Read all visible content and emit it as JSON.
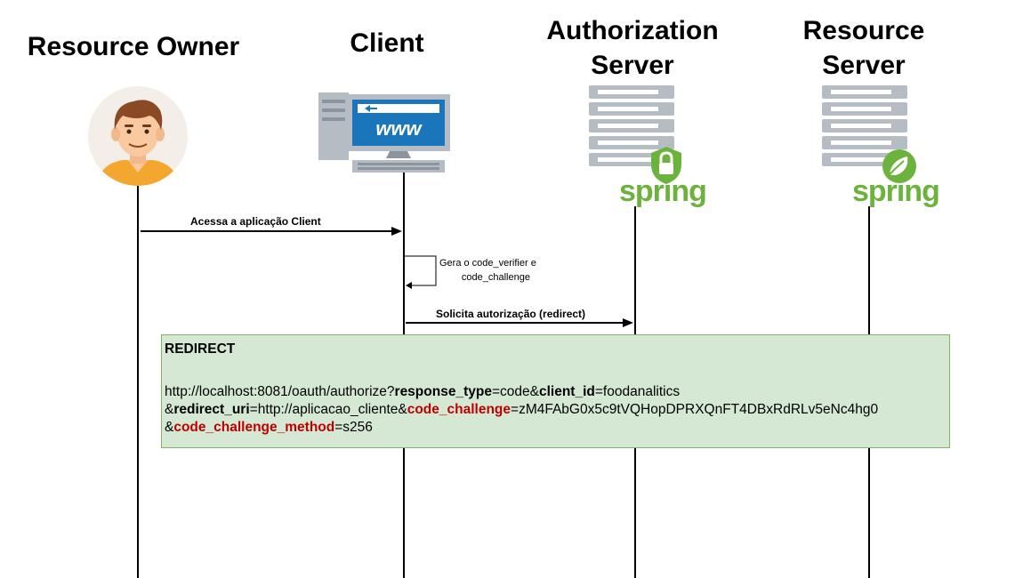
{
  "actors": [
    {
      "id": "resource-owner",
      "title_lines": [
        "Resource Owner"
      ]
    },
    {
      "id": "client",
      "title_lines": [
        "Client"
      ]
    },
    {
      "id": "authorization-server",
      "title_lines": [
        "Authorization",
        "Server"
      ]
    },
    {
      "id": "resource-server",
      "title_lines": [
        "Resource",
        "Server"
      ]
    }
  ],
  "icons": {
    "client_screen_text": "www",
    "spring_logo_text": "spring",
    "spring_green": "#6cb33e",
    "server_gray": "#b5bcc3",
    "screen_blue": "#1b75bb"
  },
  "messages": [
    {
      "id": "access-client",
      "label": "Acessa a aplicação Client"
    },
    {
      "id": "self-generate",
      "label_lines": [
        "Gera o code_verifier e",
        "code_challenge"
      ]
    },
    {
      "id": "request-authorization",
      "label": "Solicita autorização (redirect)"
    }
  ],
  "note": {
    "title": "REDIRECT",
    "line1": {
      "base": "http://localhost:8081/oauth/authorize?",
      "p1_key": "response_type",
      "p1_eq": "=code&",
      "p2_key": "client_id",
      "p2_eq": "=foodanalitics"
    },
    "line2": {
      "amp": "&",
      "p3_key": "redirect_uri",
      "p3_eq": "=http://aplicacao_cliente&",
      "p4_key": "code_challenge",
      "p4_eq": "=zM4FAbG0x5c9tVQHopDPRXQnFT4DBxRdRLv5eNc4hg0"
    },
    "line3": {
      "amp": "&",
      "p5_key": "code_challenge_method",
      "p5_eq": "=s256"
    },
    "colors": {
      "fill": "#d5e8d4",
      "border": "#82b366",
      "highlight": "#c00000"
    }
  }
}
